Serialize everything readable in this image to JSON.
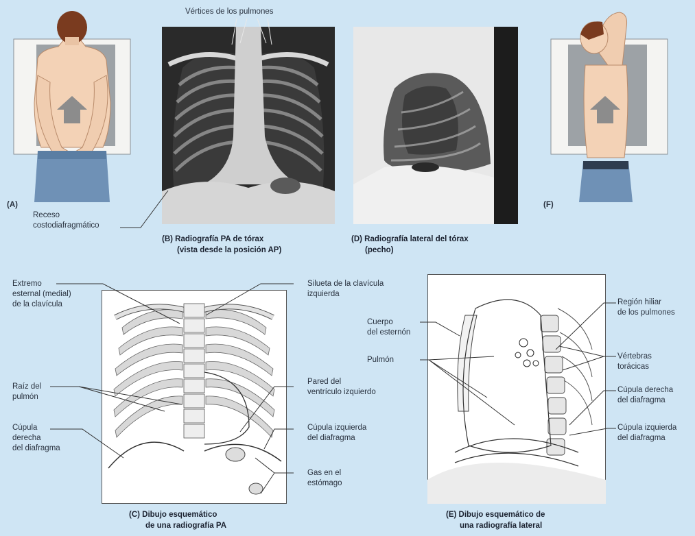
{
  "panels": {
    "a": {
      "letter": "(A)",
      "label": "Receso\ncostodiafragmático"
    },
    "b": {
      "caption_line1": "(B) Radiografía PA de tórax",
      "caption_line2": "(vista desde la posición AP)",
      "top_label": "Vértices de los pulmones"
    },
    "d": {
      "caption_line1": "(D) Radiografía lateral del tórax",
      "caption_line2": "(pecho)"
    },
    "f": {
      "letter": "(F)"
    },
    "c": {
      "caption_line1": "(C) Dibujo esquemático",
      "caption_line2": "de una radiografía PA",
      "labels": {
        "extremo": "Extremo\nesternal (medial)\nde la clavícula",
        "silueta": "Silueta de la clavícula\nizquierda",
        "raiz": "Raíz del\npulmón",
        "pared": "Pared del\nventrículo izquierdo",
        "cupula_der": "Cúpula\nderecha\ndel diafragma",
        "cupula_izq": "Cúpula izquierda\ndel diafragma",
        "gas": "Gas en el\nestómago"
      }
    },
    "e": {
      "caption_line1": "(E) Dibujo esquemático de",
      "caption_line2": "una radiografía lateral",
      "labels": {
        "cuerpo": "Cuerpo\ndel esternón",
        "pulmon": "Pulmón",
        "region": "Región hiliar\nde los pulmones",
        "vertebras": "Vértebras\ntorácicas",
        "cupula_der": "Cúpula derecha\ndel diafragma",
        "cupula_izq": "Cúpula izquierda\ndel diafragma"
      }
    }
  }
}
